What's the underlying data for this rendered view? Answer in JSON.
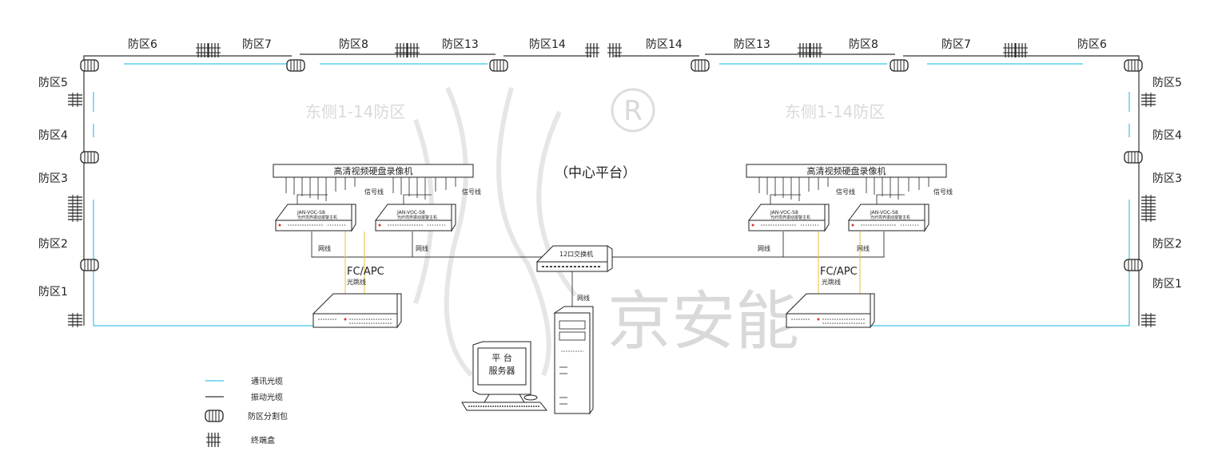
{
  "top_left_zones": [
    "防区6",
    "防区7",
    "防区8",
    "防区13",
    "防区14"
  ],
  "top_right_zones": [
    "防区14",
    "防区13",
    "防区8",
    "防区7",
    "防区6"
  ],
  "left_zones": [
    "防区5",
    "防区4",
    "防区3",
    "防区2",
    "防区1"
  ],
  "right_zones": [
    "防区5",
    "防区4",
    "防区3",
    "防区2",
    "防区1"
  ],
  "watermark": {
    "east_left": "东侧1-14防区",
    "east_right": "东侧1-14防区",
    "brand": "京安能",
    "registered": "R"
  },
  "center_title": "（中心平台）",
  "dvr_left": "高清视频硬盘录像机",
  "dvr_right": "高清视频硬盘录像机",
  "signal_line": "信号线",
  "device_model": "JAN-VOC-S8",
  "device_sub": "光纤周界振动报警主机",
  "net_line": "网线",
  "switch_label": "12口交换机",
  "fc_apc": "FC/APC",
  "jumper": "光跳线",
  "server_label_1": "平 台",
  "server_label_2": "服务器",
  "legend": {
    "comm": "通讯光缆",
    "vib": "振动光缆",
    "split": "防区分割包",
    "terminal": "终端盒"
  },
  "colors": {
    "comm_cable": "#3cc3e6",
    "vib_cable": "#333333",
    "jumper": "#e8c23a"
  }
}
